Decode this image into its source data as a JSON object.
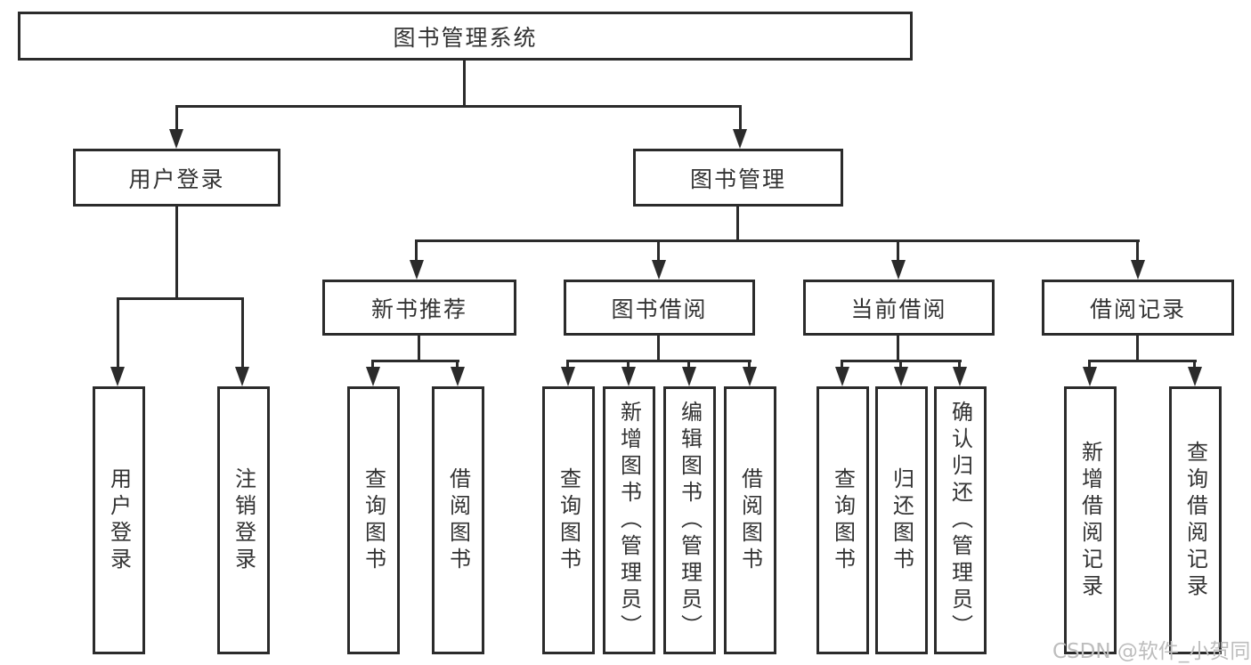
{
  "tree": {
    "label": "图书管理系统",
    "children": [
      {
        "label": "用户登录",
        "children": [
          {
            "label": "用户登录"
          },
          {
            "label": "注销登录"
          }
        ]
      },
      {
        "label": "图书管理",
        "children": [
          {
            "label": "新书推荐",
            "children": [
              {
                "label": "查询图书"
              },
              {
                "label": "借阅图书"
              }
            ]
          },
          {
            "label": "图书借阅",
            "children": [
              {
                "label": "查询图书"
              },
              {
                "label": "新增图书（管理员）"
              },
              {
                "label": "编辑图书（管理员）"
              },
              {
                "label": "借阅图书"
              }
            ]
          },
          {
            "label": "当前借阅",
            "children": [
              {
                "label": "查询图书"
              },
              {
                "label": "归还图书"
              },
              {
                "label": "确认归还（管理员）"
              }
            ]
          },
          {
            "label": "借阅记录",
            "children": [
              {
                "label": "新增借阅记录"
              },
              {
                "label": "查询借阅记录"
              }
            ]
          }
        ]
      }
    ]
  },
  "watermark": {
    "text": "CSDN @软件_小贺同学"
  },
  "colors": {
    "line": "#2b2b2b",
    "text": "#333333",
    "watermark": "#bdbdbd",
    "background": "#ffffff"
  }
}
